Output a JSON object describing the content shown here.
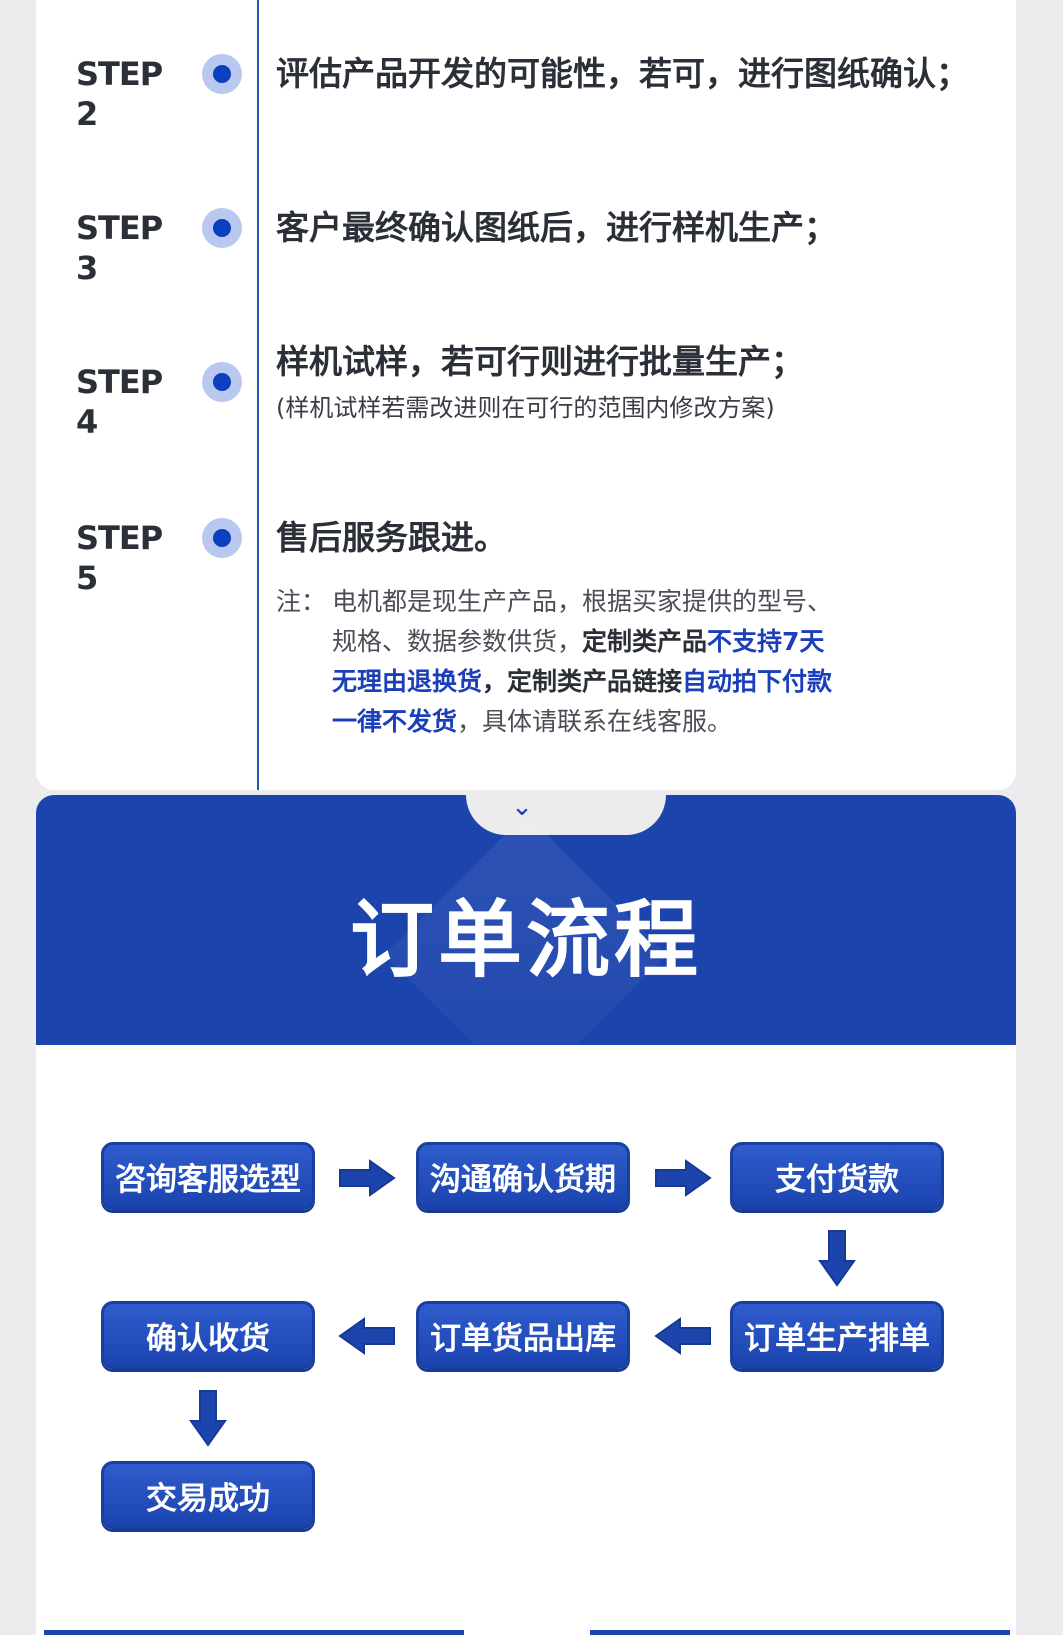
{
  "steps": [
    {
      "label": "STEP 2",
      "text": "评估产品开发的可能性，若可，进行图纸确认；"
    },
    {
      "label": "STEP 3",
      "text": "客户最终确认图纸后，进行样机生产；"
    },
    {
      "label": "STEP 4",
      "text": "样机试样，若可行则进行批量生产；",
      "sub": "(样机试样若需改进则在可行的范围内修改方案)"
    },
    {
      "label": "STEP 5",
      "text": "售后服务跟进。"
    }
  ],
  "note": {
    "lead": "注：",
    "line1": "电机都是现生产产品，根据买家提供的型号、",
    "line2_a": "规格、数据参数供货，",
    "line2_b": "定制类产品",
    "line2_c": "不支持7天",
    "line3_a": "无理由退换货",
    "line3_b": "，定制类产品链接",
    "line3_c": "自动拍下付款",
    "line4_a": "一律不发货",
    "line4_b": "，具体请联系在线客服。"
  },
  "banner": {
    "title": "订单流程",
    "chevron": "⌄"
  },
  "flow": {
    "consult": "咨询客服选型",
    "confirm_delivery_time": "沟通确认货期",
    "pay": "支付货款",
    "schedule": "订单生产排单",
    "ship": "订单货品出库",
    "receive": "确认收货",
    "done": "交易成功"
  },
  "colors": {
    "primary": "#1c44ad",
    "accent_text": "#1b3fb8",
    "dot": "#0b3fbf"
  }
}
